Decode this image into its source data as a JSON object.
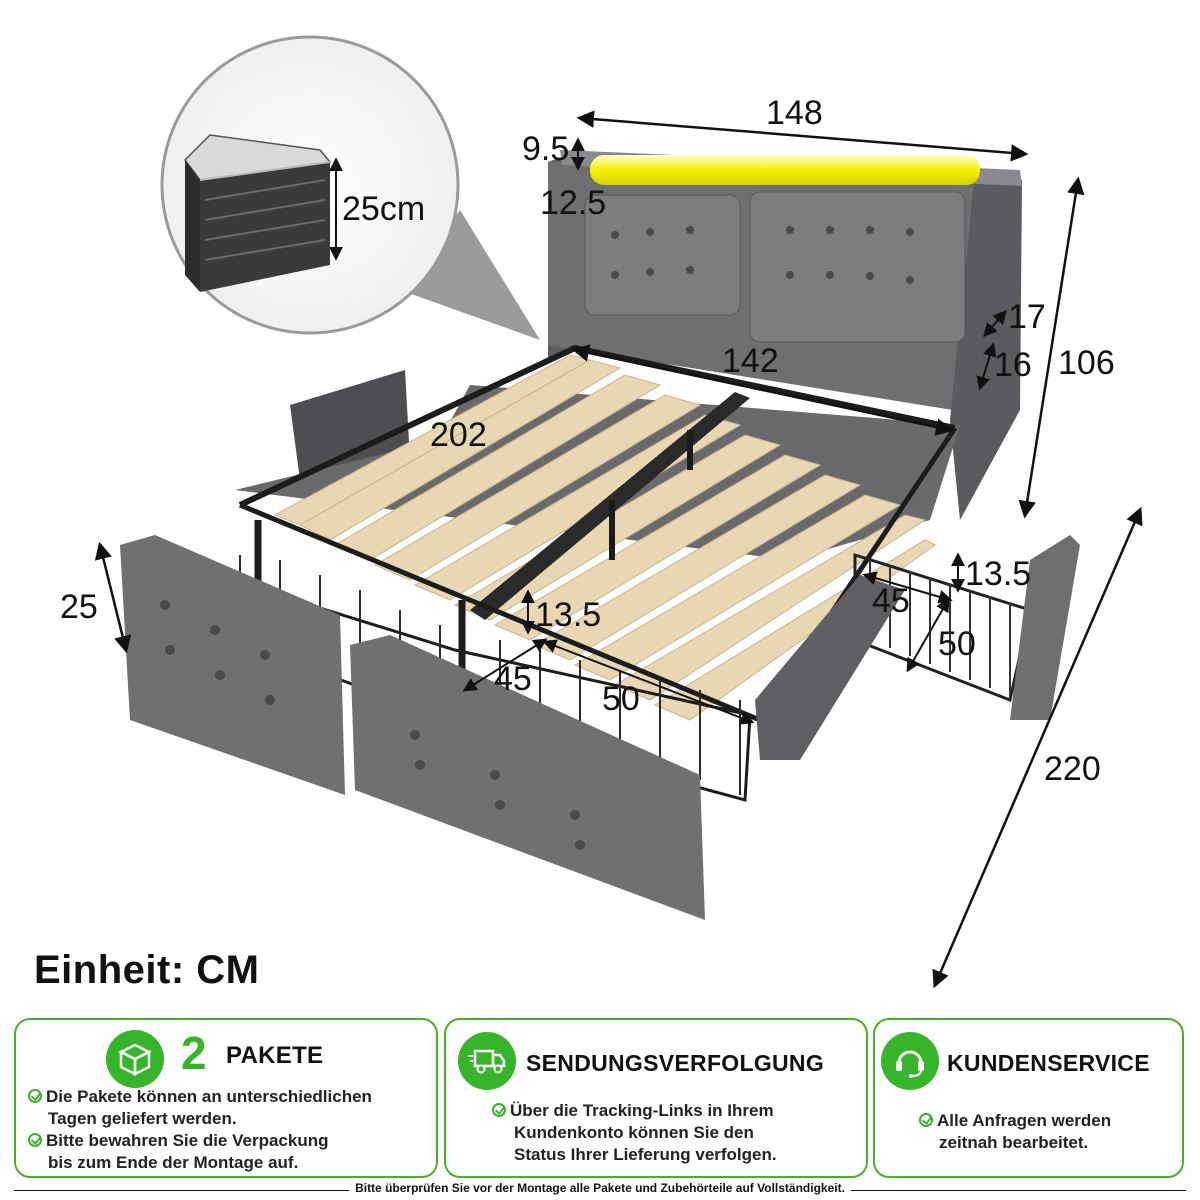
{
  "dimensions": {
    "headboard_width": "148",
    "headboard_height": "106",
    "led_strip_top": "9.5",
    "led_strip_gap": "12.5",
    "inner_width": "142",
    "length": "202",
    "total_length": "220",
    "wing_depth": "17",
    "wing_height": "16",
    "drawer_height": "25",
    "drawer_depth_front": "13.5",
    "drawer_width_front": "45",
    "drawer_length_front": "50",
    "drawer_depth_side": "13.5",
    "drawer_width_side": "45",
    "drawer_length_side": "50",
    "mattress_height": "25cm"
  },
  "unit_label": "Einheit: CM",
  "panels": {
    "packages": {
      "number": "2",
      "title": "PAKETE",
      "bullets": [
        "Die Pakete können an unterschiedlichen",
        "Tagen geliefert werden.",
        "Bitte bewahren Sie die Verpackung",
        "bis zum Ende der Montage auf."
      ]
    },
    "tracking": {
      "title": "SENDUNGSVERFOLGUNG",
      "bullets": [
        "Über die Tracking-Links in Ihrem",
        "Kundenkonto können Sie den",
        "Status Ihrer Lieferung verfolgen."
      ]
    },
    "service": {
      "title": "KUNDENSERVICE",
      "bullets": [
        "Alle Anfragen werden",
        "zeitnah bearbeitet."
      ]
    }
  },
  "footer": "Bitte überprüfen Sie vor der Montage alle Pakete und Zubehörteile auf Vollständigkeit.",
  "colors": {
    "accent": "#36b52a",
    "fabric": "#6f6f72",
    "fabric_dark": "#4e4e52",
    "slat": "#e9d7b4",
    "metal": "#1c1c1c",
    "led": "#f6f200"
  },
  "icons": {
    "packages": "package-icon",
    "tracking": "delivery-truck-icon",
    "service": "headset-icon"
  }
}
